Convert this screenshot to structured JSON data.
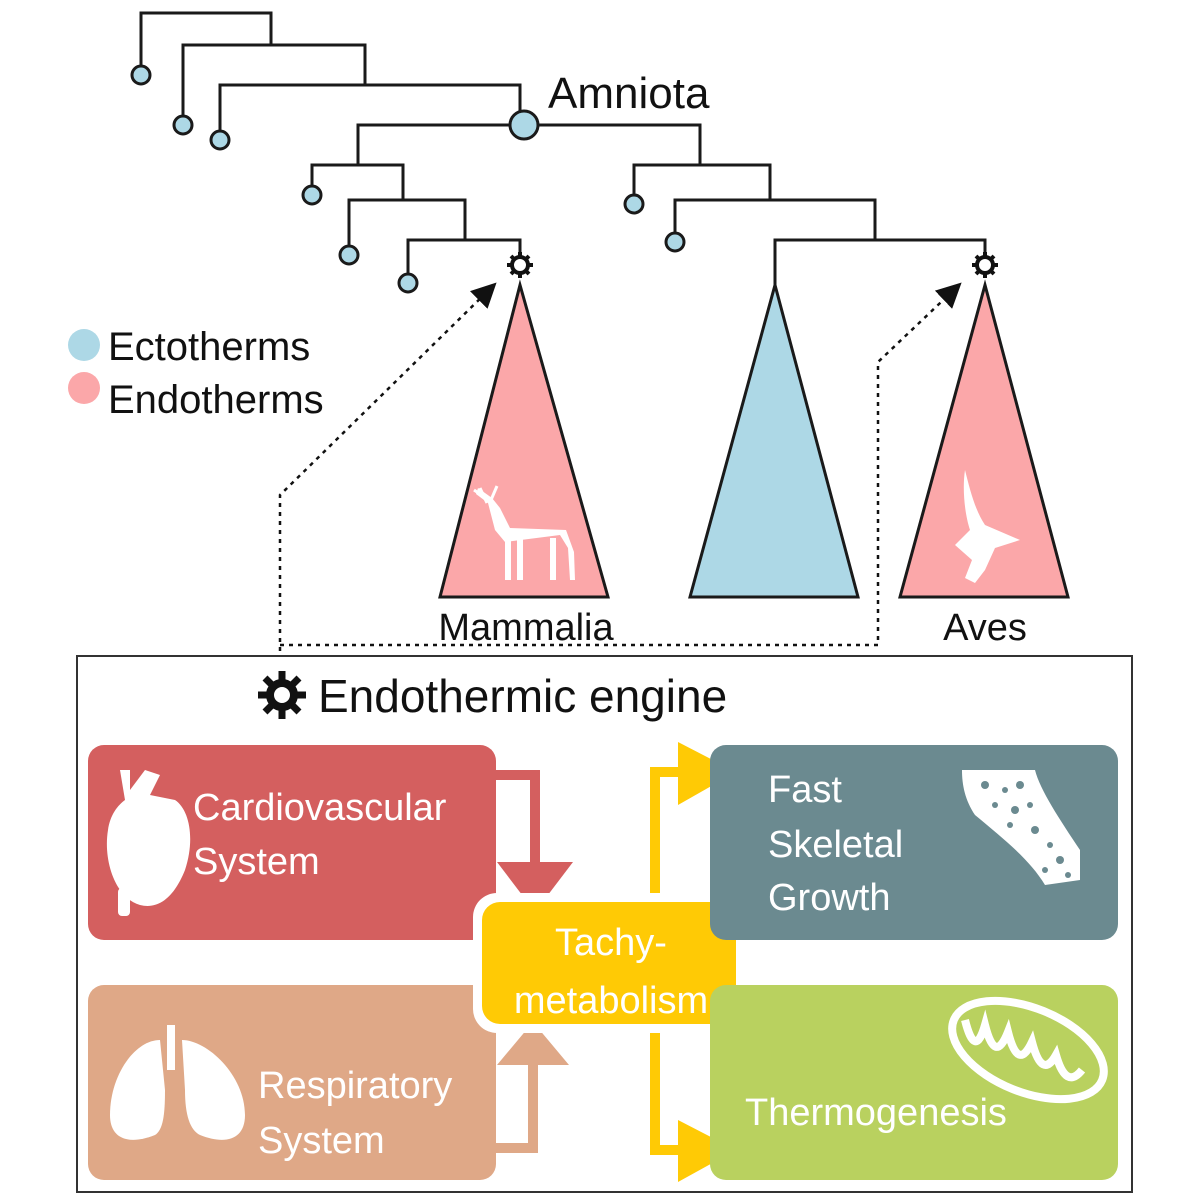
{
  "tree": {
    "root_label": "Amniota",
    "clade_labels": [
      "Mammalia",
      "Aves"
    ]
  },
  "legend": {
    "items": [
      {
        "label": "Ectotherms",
        "color": "#add8e6"
      },
      {
        "label": "Endotherms",
        "color": "#fba7a9"
      }
    ]
  },
  "engine": {
    "title": "Endothermic engine",
    "boxes": {
      "cardio": {
        "lines": [
          "Cardiovascular",
          "System"
        ],
        "color": "#d45f5f",
        "icon": "heart-icon"
      },
      "resp": {
        "lines": [
          "Respiratory",
          "System"
        ],
        "color": "#dfa887",
        "icon": "lungs-icon"
      },
      "tachy": {
        "lines": [
          "Tachy-",
          "metabolism"
        ],
        "color": "#ffca05"
      },
      "skeletal": {
        "lines": [
          "Fast",
          "Skeletal",
          "Growth"
        ],
        "color": "#6b8a90",
        "icon": "bone-icon"
      },
      "thermo": {
        "lines": [
          "Thermogenesis"
        ],
        "color": "#b9d15f",
        "icon": "mitochondrion-icon"
      }
    }
  },
  "colors": {
    "ecto": "#add8e6",
    "endo": "#fba7a9",
    "line": "#1a1a1a"
  }
}
